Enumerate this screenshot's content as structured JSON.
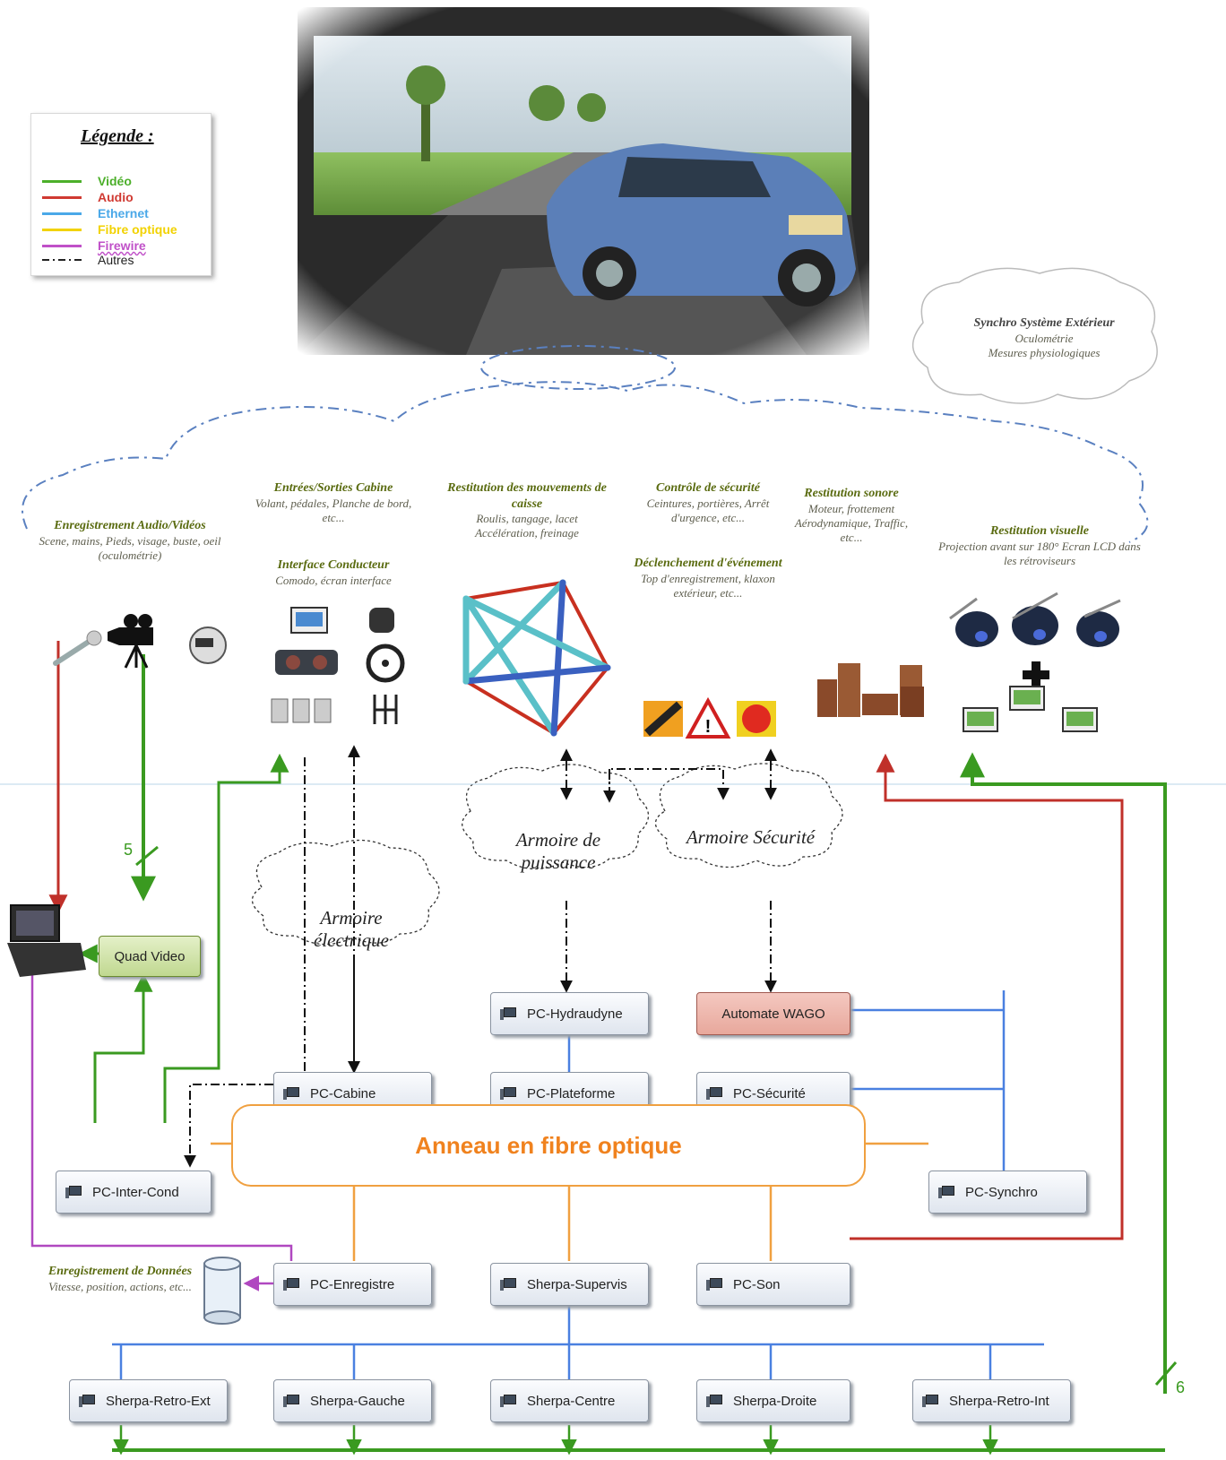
{
  "legend": {
    "title": "Légende :",
    "items": [
      {
        "label": "Vidéo",
        "color": "#4caf2a"
      },
      {
        "label": "Audio",
        "color": "#d03a32"
      },
      {
        "label": "Ethernet",
        "color": "#4aa8e8"
      },
      {
        "label": "Fibre optique",
        "color": "#f2d200"
      },
      {
        "label": "Firewire",
        "color": "#c050c8"
      },
      {
        "label": "Autres",
        "color": "#222222"
      }
    ]
  },
  "external_sync": {
    "title": "Synchro Système Extérieur",
    "items": [
      "Oculométrie",
      "Mesures physiologiques"
    ]
  },
  "features": [
    {
      "title": "Enregistrement Audio/Vidéos",
      "desc": "Scene, mains, Pieds, visage, buste, oeil (oculométrie)"
    },
    {
      "title": "Entrées/Sorties Cabine",
      "desc": "Volant, pédales, Planche de bord, etc..."
    },
    {
      "title": "Interface Conducteur",
      "desc": "Comodo, écran interface"
    },
    {
      "title": "Restitution des mouvements de caisse",
      "desc": "Roulis, tangage, lacet Accélération, freinage"
    },
    {
      "title": "Contrôle de sécurité",
      "desc": "Ceintures, portières, Arrêt d'urgence, etc..."
    },
    {
      "title": "Déclenchement d'événement",
      "desc": "Top d'enregistrement, klaxon extérieur, etc..."
    },
    {
      "title": "Restitution sonore",
      "desc": "Moteur, frottement Aérodynamique, Traffic, etc..."
    },
    {
      "title": "Restitution visuelle",
      "desc": "Projection avant sur 180° Ecran LCD dans les rétroviseurs"
    }
  ],
  "cabinets": {
    "puissance": "Armoire de puissance",
    "securite": "Armoire Sécurité",
    "electrique": "Armoire électrique"
  },
  "nodes": {
    "quad_video": "Quad Video",
    "pc_hydraudyne": "PC-Hydraudyne",
    "automate_wago": "Automate WAGO",
    "pc_cabine": "PC-Cabine",
    "pc_plateforme": "PC-Plateforme",
    "pc_securite": "PC-Sécurité",
    "pc_inter_cond": "PC-Inter-Cond",
    "pc_synchro": "PC-Synchro",
    "pc_enregistre": "PC-Enregistre",
    "sherpa_supervis": "Sherpa-Supervis",
    "pc_son": "PC-Son",
    "sherpa_retro_ext": "Sherpa-Retro-Ext",
    "sherpa_gauche": "Sherpa-Gauche",
    "sherpa_centre": "Sherpa-Centre",
    "sherpa_droite": "Sherpa-Droite",
    "sherpa_retro_int": "Sherpa-Retro-Int"
  },
  "ring_label": "Anneau en fibre optique",
  "data_recording": {
    "title": "Enregistrement de Données",
    "desc": "Vitesse, position, actions, etc..."
  },
  "bus_counts": {
    "video_cameras": "5",
    "video_outputs": "6"
  }
}
